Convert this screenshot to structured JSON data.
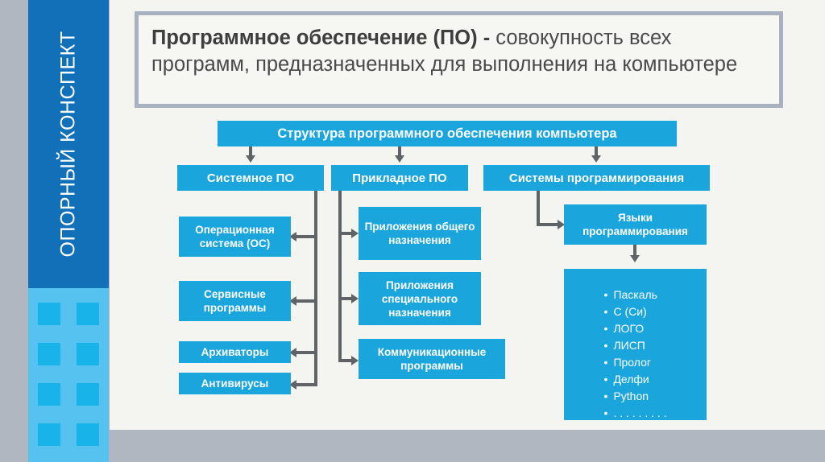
{
  "sidebar": {
    "title": "ОПОРНЫЙ КОНСПЕКТ",
    "squares_count": 8,
    "dark_color": "#1170b8",
    "light_color": "#55c2ef",
    "square_color": "#18b3e8"
  },
  "title_box": {
    "bold_part": "Программное обеспечение (ПО) -",
    "rest": " совокупность всех программ, предназначенных для выполнения на компьютере",
    "border_color": "#a9b1c0",
    "fill_color": "#f6f7f2"
  },
  "diagram": {
    "accent_color": "#1aa6dd",
    "connector_color": "#5f6366",
    "root": "Структура программного обеспечения компьютера",
    "branches": [
      {
        "label": "Системное ПО"
      },
      {
        "label": "Прикладное ПО"
      },
      {
        "label": "Системы программирования"
      }
    ],
    "system_items": [
      "Операционная система (ОС)",
      "Сервисные программы",
      "Архиваторы",
      "Антивирусы"
    ],
    "application_items": [
      "Приложения общего назначения",
      "Приложения специального назначения",
      "Коммуникационные программы"
    ],
    "programming": {
      "languages_box": "Языки программирования",
      "languages": [
        "Паскаль",
        "С (Си)",
        "ЛОГО",
        "ЛИСП",
        "Пролог",
        "Делфи",
        "Python",
        ". . . . . . . . ."
      ]
    }
  }
}
